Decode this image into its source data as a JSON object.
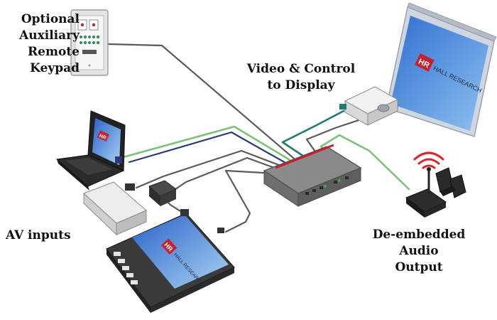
{
  "labels": {
    "keypad": [
      "Optional",
      "Auxiliary",
      "Remote",
      "Keypad"
    ],
    "video": [
      "Video & Control",
      "to Display"
    ],
    "av_inputs": "AV inputs",
    "audio": [
      "De-embedded Audio",
      "Output"
    ]
  },
  "logos": {
    "projector_screen": {
      "mark": "HR",
      "text": "HALL RESEARCH"
    },
    "laptop_screen": {
      "mark": "HR"
    },
    "tablet_screen": {
      "mark": "HR",
      "text": "HALL RESEARCH"
    }
  },
  "colors": {
    "cable_gray": "#5a5a5a",
    "cable_green": "#7dc27a",
    "cable_navy": "#2a3a78",
    "cable_teal": "#1f7a6e",
    "screen_blue": "#3d7fd6",
    "brand_red": "#c8202f",
    "wifi_red": "#d9252a"
  }
}
